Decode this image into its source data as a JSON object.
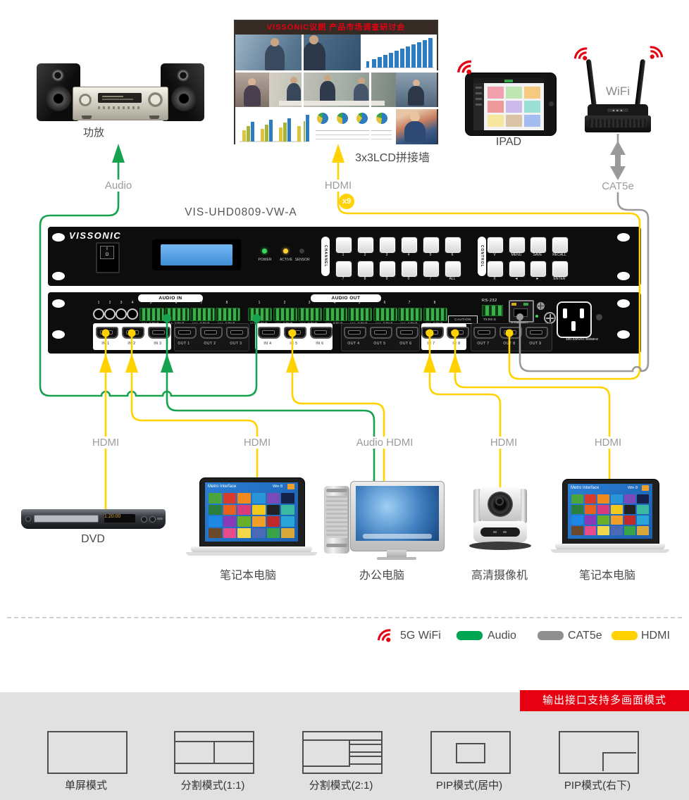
{
  "title": "VIS-UHD0809-VW-A",
  "colors": {
    "audio_green": "#17a24f",
    "hdmi_yellow": "#ffd200",
    "cat5e_gray": "#9a9a9a",
    "wifi_red": "#e60012",
    "banner_red": "#e60012"
  },
  "top": {
    "amplifier_label": "功放",
    "audio_label": "Audio",
    "wall_header": "VISSONIC议朗 产品市场调查研讨会",
    "wall_label": "3x3LCD拼接墙",
    "hdmi_label": "HDMI",
    "hdmi_count": "x9",
    "ipad_label": "IPAD",
    "wifi_label": "WiFi",
    "cat5e_label": "CAT5e"
  },
  "front_panel": {
    "brand": "VISSONIC",
    "power_switch": [
      "I",
      "O"
    ],
    "leds": [
      "POWER",
      "ACTIVE",
      "SENSOR"
    ],
    "channel_label": "CHANNEL",
    "channel_buttons": [
      "1",
      "2",
      "3",
      "4",
      "5",
      "6",
      "7",
      "8",
      "9",
      "0",
      "/",
      "ALL"
    ],
    "control_label": "CONTROL",
    "control_buttons": [
      "V",
      "MENU",
      "SAVE",
      "RECALL",
      "X",
      "◄",
      "►",
      "ENTER"
    ]
  },
  "rear_panel": {
    "audio_in_label": "AUDIO IN",
    "audio_out_label": "AUDIO OUT",
    "audio_in_jacks": [
      "1",
      "2",
      "3",
      "4"
    ],
    "audio_in_terminals": [
      "5",
      "6",
      "7",
      "8"
    ],
    "audio_out_terminals": [
      "1",
      "2",
      "3",
      "4",
      "5",
      "6",
      "7",
      "8"
    ],
    "terminal_pins": "L+ L- G R+ R-",
    "ce_label": "CE",
    "caution_label": "CAUTION",
    "rs232_label": "RS-232",
    "rs232_pins": "TX RX G",
    "ethernet_label": "ETHERNET",
    "power_rating": "100-240VAC 50/60Hz",
    "hdmi_labels": [
      "IN 1",
      "IN 2",
      "IN 3",
      "OUT 1",
      "OUT 2",
      "OUT 3",
      "IN 4",
      "IN 5",
      "IN 6",
      "OUT 4",
      "OUT 5",
      "OUT 6",
      "IN 7",
      "IN 8",
      "OUT 7",
      "OUT 8",
      "OUT 9"
    ]
  },
  "sources": {
    "dvd_label": "DVD",
    "dvd_display": "1:20:00",
    "laptop_left_label": "笔记本电脑",
    "desktop_label": "办公电脑",
    "camera_label": "高清摄像机",
    "laptop_right_label": "笔记本电脑",
    "laptop_screen_title": "Metro Interface",
    "laptop_screen_user": "Win 8",
    "line_labels": {
      "dvd": "HDMI",
      "laptop_left": "HDMI",
      "desktop": "Audio HDMI",
      "camera": "HDMI",
      "laptop_right": "HDMI"
    }
  },
  "legend": {
    "wifi": "5G WiFi",
    "audio": "Audio",
    "cat5e": "CAT5e",
    "hdmi": "HDMI"
  },
  "modes": {
    "banner": "输出接口支持多画面模式",
    "items": [
      "单屏模式",
      "分割模式(1:1)",
      "分割模式(2:1)",
      "PIP模式(居中)",
      "PIP模式(右下)"
    ]
  }
}
